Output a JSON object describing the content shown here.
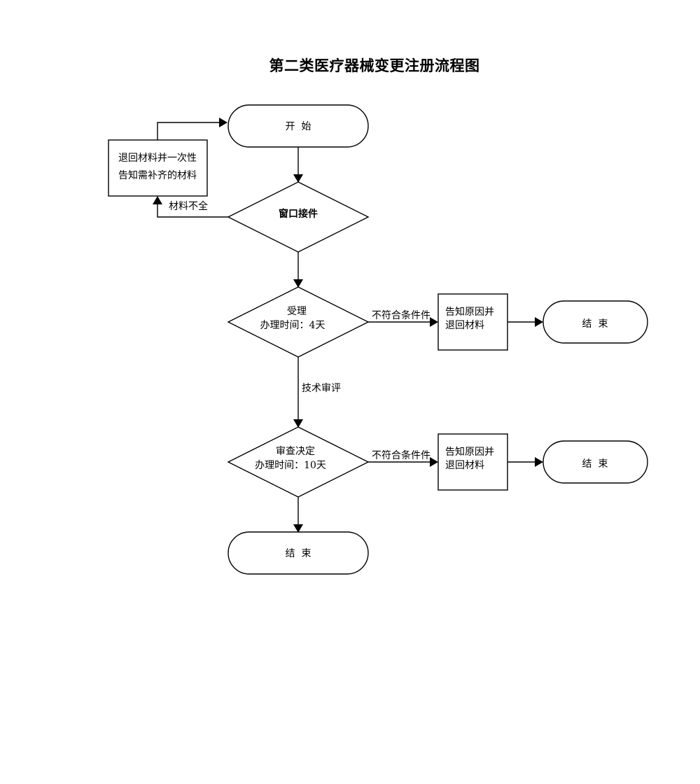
{
  "title": "第二类医疗器械变更注册流程图",
  "nodes": {
    "start": "开  始",
    "return_materials": [
      "退回材料并一次性",
      "告知需补齐的材料"
    ],
    "window_intake": "窗口接件",
    "acceptance": [
      "受理",
      "办理时间：4天"
    ],
    "notify_return_1": [
      "告知原因并",
      "退回材料"
    ],
    "end_1": "结  束",
    "review_decision": [
      "审查决定",
      "办理时间：10天"
    ],
    "notify_return_2": [
      "告知原因并",
      "退回材料"
    ],
    "end_2": "结  束",
    "end_final": "结  束"
  },
  "edges": {
    "incomplete": "材料不全",
    "not_qualified_1": "不符合条件件",
    "technical_review": "技术审评",
    "not_qualified_2": "不符合条件件"
  }
}
